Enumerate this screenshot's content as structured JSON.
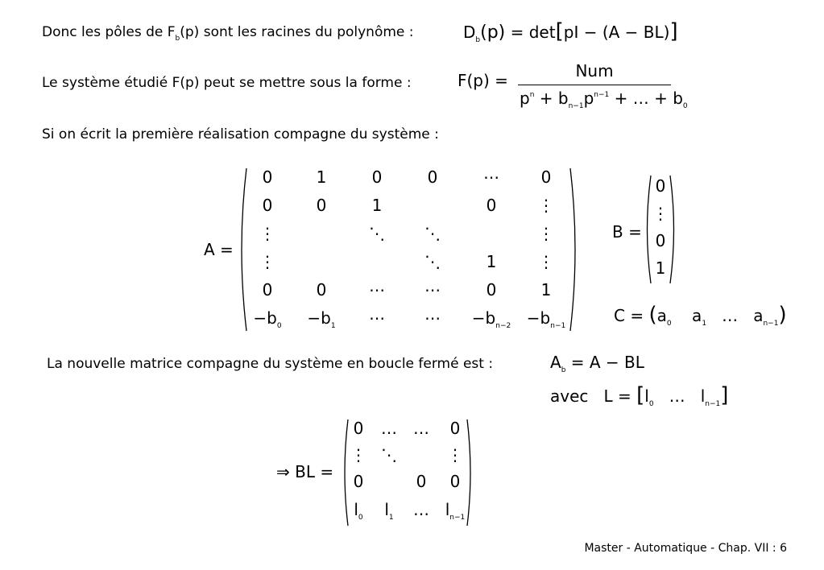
{
  "lines": {
    "l1": "Donc les pôles de F",
    "l1_sub": "b",
    "l1_end": "(p) sont les racines du polynôme :",
    "l2": "Le système étudié F(p) peut se mettre sous la forme :",
    "l3": "Si on écrit la première réalisation compagne du système :",
    "l4": "La nouvelle matrice compagne du système en boucle fermé est :",
    "avec": "avec"
  },
  "eq1": {
    "D": "D",
    "sub": "b",
    "arg": "(p)",
    "eq": "= det",
    "body": "pI − (A − BL)"
  },
  "eq2": {
    "lhs": "F(p) =",
    "num": "Num",
    "den_p": "p",
    "den_n": "n",
    "den_b": "+ b",
    "den_sub1": "n−1",
    "den_p2": "p",
    "den_sup2": "n−1",
    "den_rest": "+ … + b",
    "den_sub0": "0"
  },
  "matA": {
    "label": "A =",
    "rows": [
      [
        "0",
        "1",
        "0",
        "0",
        "⋯",
        "0"
      ],
      [
        "0",
        "0",
        "1",
        "",
        "0",
        "⋮"
      ],
      [
        "⋮",
        "",
        "⋱",
        "⋱",
        "",
        "⋮"
      ],
      [
        "⋮",
        "",
        "",
        "⋱",
        "1",
        "⋮"
      ],
      [
        "0",
        "0",
        "⋯",
        "⋯",
        "0",
        "1"
      ]
    ],
    "last": [
      {
        "t": "−b",
        "s": "0"
      },
      {
        "t": "−b",
        "s": "1"
      },
      {
        "t": "⋯",
        "s": ""
      },
      {
        "t": "⋯",
        "s": ""
      },
      {
        "t": "−b",
        "s": "n−2"
      },
      {
        "t": "−b",
        "s": "n−1"
      }
    ]
  },
  "matB": {
    "label": "B =",
    "rows": [
      "0",
      "⋮",
      "0",
      "1"
    ]
  },
  "matC": {
    "label": "C =",
    "a": "a",
    "s0": "0",
    "s1": "1",
    "dots": "…",
    "sn": "n−1"
  },
  "eqAb": {
    "A": "A",
    "sub": "b",
    "rest": "= A − BL"
  },
  "eqL": {
    "lhs": "L =",
    "l": "l",
    "s0": "0",
    "dots": "…",
    "sn": "n−1"
  },
  "matBL": {
    "label": "⇒ BL =",
    "rows": [
      [
        "0",
        "…",
        "…",
        "0"
      ],
      [
        "⋮",
        "⋱",
        "",
        "⋮"
      ],
      [
        "0",
        "",
        "0",
        "0"
      ]
    ],
    "last": [
      {
        "t": "l",
        "s": "0"
      },
      {
        "t": "l",
        "s": "1"
      },
      {
        "t": "…",
        "s": ""
      },
      {
        "t": "l",
        "s": "n−1"
      }
    ]
  },
  "footer": "Master - Automatique -  Chap. VII : 6"
}
